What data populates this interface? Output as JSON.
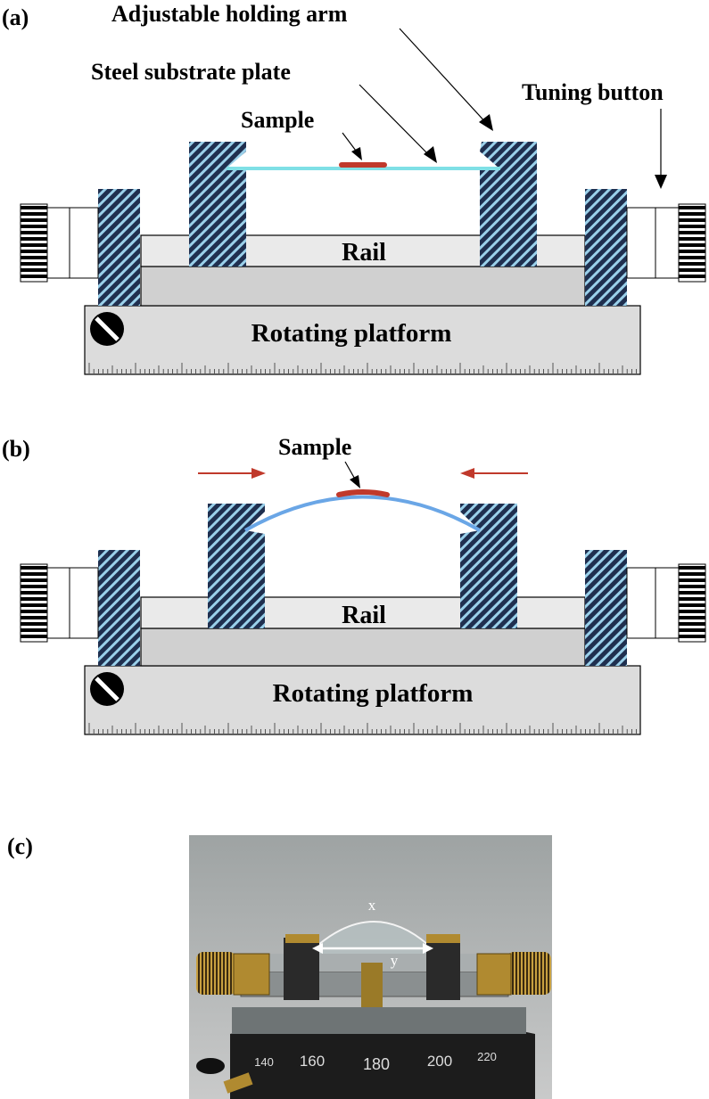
{
  "panel_a": {
    "tag": "(a)",
    "labels": {
      "arm": "Adjustable holding arm",
      "plate": "Steel substrate plate",
      "sample": "Sample",
      "tuning": "Tuning button",
      "rail": "Rail",
      "platform": "Rotating platform"
    }
  },
  "panel_b": {
    "tag": "(b)",
    "labels": {
      "sample": "Sample",
      "rail": "Rail",
      "platform": "Rotating platform"
    }
  },
  "panel_c": {
    "tag": "(c)",
    "photo_labels": {
      "x": "x",
      "y": "y"
    },
    "dial_numbers": [
      "140",
      "160",
      "180",
      "200",
      "220"
    ]
  },
  "colors": {
    "rail": "#eaeaea",
    "block": "#d0d0d0",
    "platform": "#dcdcdc",
    "sample": "#c0392b",
    "plate_flat": "#7fe0e6",
    "plate_bent": "#6aa6e6",
    "arrow_red": "#c0392b",
    "hatch_dark": "#1f2f4f",
    "hatch_light": "#9ad0ea"
  }
}
